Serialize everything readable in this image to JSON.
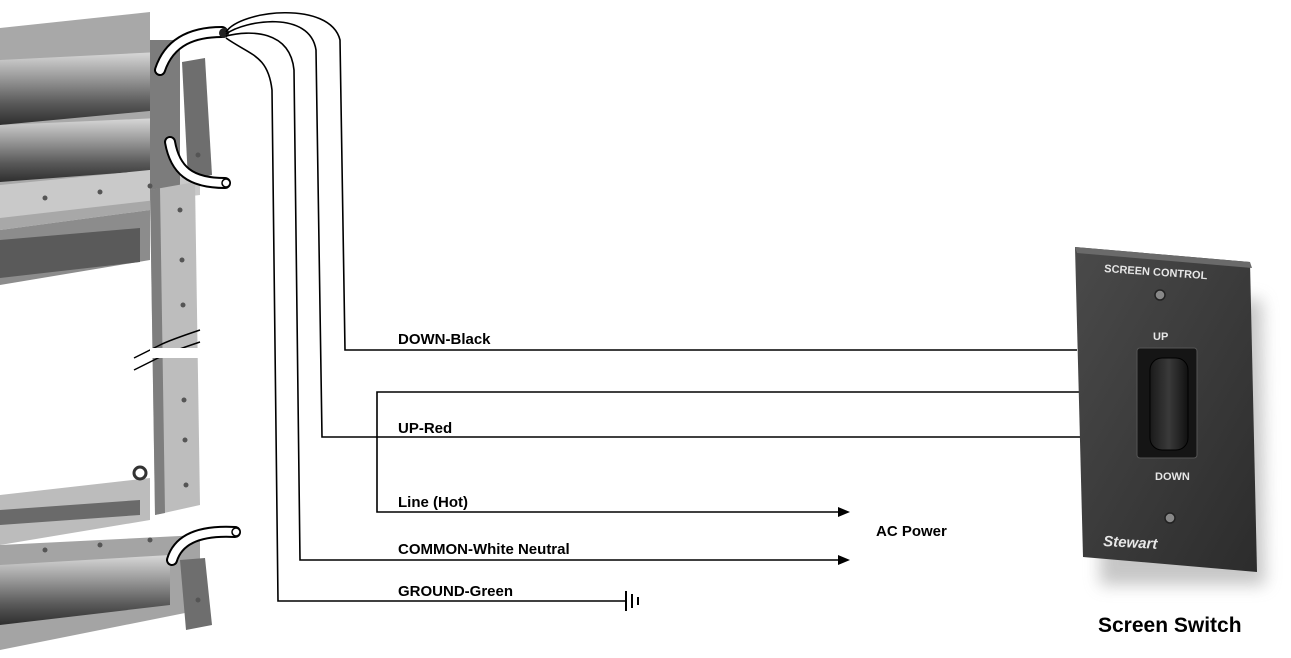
{
  "wire_labels": {
    "down": "DOWN-Black",
    "up": "UP-Red",
    "line": "Line (Hot)",
    "common": "COMMON-White Neutral",
    "ground": "GROUND-Green"
  },
  "ac_power_label": "AC Power",
  "caption": "Screen Switch",
  "switch_plate": {
    "header": "SCREEN CONTROL",
    "up": "UP",
    "down": "DOWN",
    "brand": "Stewart"
  },
  "colors": {
    "line": "#000000",
    "plate": "#3c3c3c",
    "frame": "#b4b4b4"
  }
}
